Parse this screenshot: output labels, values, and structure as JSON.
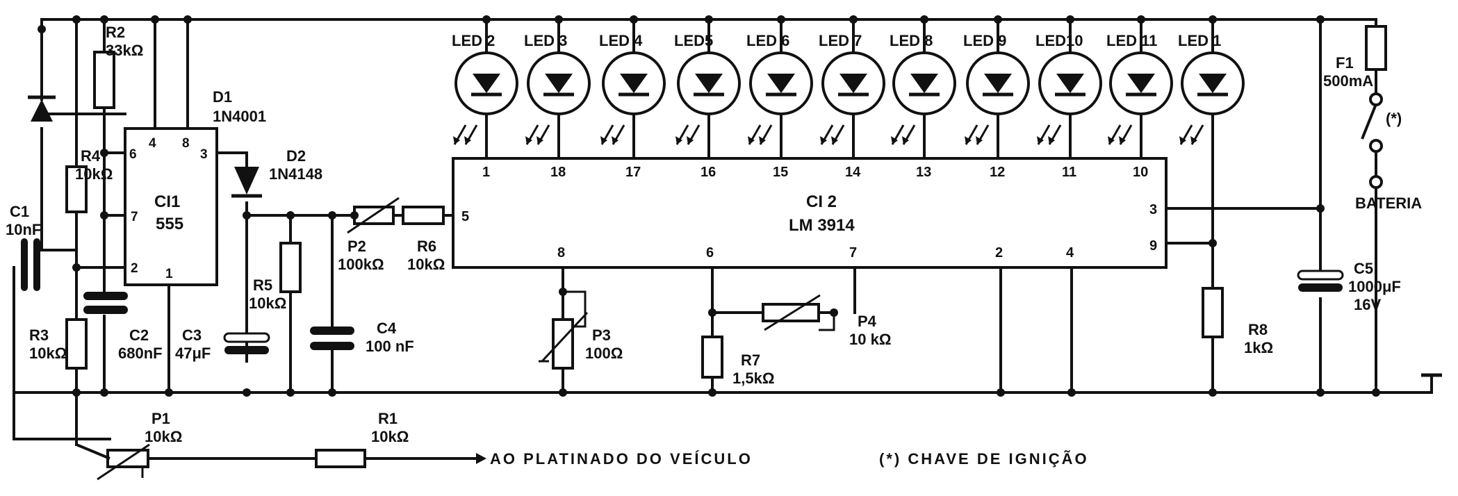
{
  "leds": [
    {
      "label": "LED 2",
      "pin": "1"
    },
    {
      "label": "LED 3",
      "pin": "18"
    },
    {
      "label": "LED 4",
      "pin": "17"
    },
    {
      "label": "LED5",
      "pin": "16"
    },
    {
      "label": "LED 6",
      "pin": "15"
    },
    {
      "label": "LED 7",
      "pin": "14"
    },
    {
      "label": "LED 8",
      "pin": "13"
    },
    {
      "label": "LED 9",
      "pin": "12"
    },
    {
      "label": "LED10",
      "pin": "11"
    },
    {
      "label": "LED 11",
      "pin": "10"
    },
    {
      "label": "LED 1",
      "pin": ""
    }
  ],
  "ci2": {
    "name": "CI 2",
    "part": "LM 3914",
    "pin5": "5",
    "pin8": "8",
    "pin6": "6",
    "pin7": "7",
    "pin2": "2",
    "pin4": "4",
    "pin9": "9",
    "pin3": "3"
  },
  "ci1": {
    "name": "CI1",
    "part": "555",
    "pin6": "6",
    "pin4": "4",
    "pin8": "8",
    "pin3": "3",
    "pin7": "7",
    "pin2": "2",
    "pin1": "1"
  },
  "components": {
    "r2": {
      "name": "R2",
      "value": "33kΩ"
    },
    "d1": {
      "name": "D1",
      "value": "1N4001"
    },
    "d2": {
      "name": "D2",
      "value": "1N4148"
    },
    "r4": {
      "name": "R4",
      "value": "10kΩ"
    },
    "c1": {
      "name": "C1",
      "value": "10nF"
    },
    "r3": {
      "name": "R3",
      "value": "10kΩ"
    },
    "c2": {
      "name": "C2",
      "value": "680nF"
    },
    "c3": {
      "name": "C3",
      "value": "47μF"
    },
    "r5": {
      "name": "R5",
      "value": "10kΩ"
    },
    "c4": {
      "name": "C4",
      "value": "100 nF"
    },
    "p2": {
      "name": "P2",
      "value": "100kΩ"
    },
    "r6": {
      "name": "R6",
      "value": "10kΩ"
    },
    "p3": {
      "name": "P3",
      "value": "100Ω"
    },
    "p4": {
      "name": "P4",
      "value": "10 kΩ"
    },
    "r7": {
      "name": "R7",
      "value": "1,5kΩ"
    },
    "p1": {
      "name": "P1",
      "value": "10kΩ"
    },
    "r1": {
      "name": "R1",
      "value": "10kΩ"
    },
    "f1": {
      "name": "F1",
      "value": "500mA"
    },
    "c5": {
      "name": "C5",
      "value": "1000μF",
      "voltage": "16V"
    },
    "r8": {
      "name": "R8",
      "value": "1kΩ"
    }
  },
  "switch_mark": "(*)",
  "battery_label": "BATERIA",
  "platinado_label": "AO PLATINADO DO VEÍCULO",
  "ignition_note": "(*) CHAVE DE IGNIÇÃO"
}
